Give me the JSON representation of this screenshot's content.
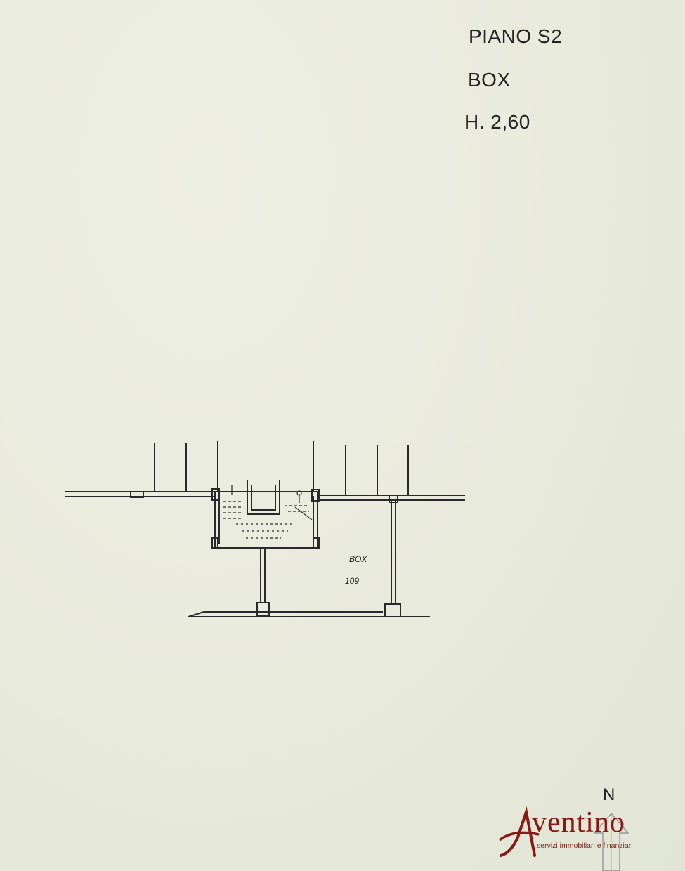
{
  "header": {
    "floor": "PIANO S2",
    "type": "BOX",
    "height": "H. 2,60"
  },
  "plan": {
    "room_label": "BOX",
    "room_number": "109"
  },
  "compass": {
    "label": "N",
    "icon": "north-arrow-icon"
  },
  "logo": {
    "brand": "ventino",
    "initial": "A",
    "tagline": "servizi immobiliari e finanziari",
    "color": "#8b1712"
  },
  "colors": {
    "paper": "#e9ebde",
    "ink": "#222222",
    "brand": "#8b1712"
  }
}
